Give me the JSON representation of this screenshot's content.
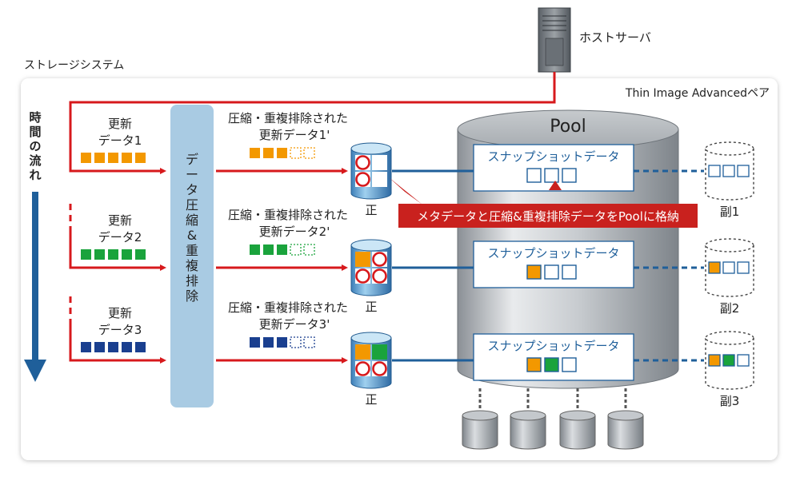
{
  "host_label": "ホストサーバ",
  "system_label": "ストレージシステム",
  "pair_label": "Thin Image Advancedペア",
  "time_label": "時間の流れ",
  "compress_label": "データ圧縮&重複排除",
  "pool_label": "Pool",
  "callout_label": "メタデータと圧縮&重複排除データをPoolに格納",
  "rows": [
    {
      "update_line1": "更新",
      "update_line2": "データ1",
      "compressed_line1": "圧縮・重複排除された",
      "compressed_line2": "更新データ1'",
      "primary_label": "正",
      "snapshot_label": "スナップショットデータ",
      "secondary_label": "副1",
      "color": "#f39800"
    },
    {
      "update_line1": "更新",
      "update_line2": "データ2",
      "compressed_line1": "圧縮・重複排除された",
      "compressed_line2": "更新データ2'",
      "primary_label": "正",
      "snapshot_label": "スナップショットデータ",
      "secondary_label": "副2",
      "color": "#1aa33c"
    },
    {
      "update_line1": "更新",
      "update_line2": "データ3",
      "compressed_line1": "圧縮・重複排除された",
      "compressed_line2": "更新データ3'",
      "primary_label": "正",
      "snapshot_label": "スナップショットデータ",
      "secondary_label": "副3",
      "color": "#1a3f8f"
    }
  ],
  "colors": {
    "flow_red": "#d7191c",
    "link_blue": "#1f5f9a",
    "pool_gray": "#9aa0a6",
    "compress_bar": "#a9cbe3"
  },
  "icons": [
    "server-icon",
    "down-arrow-icon",
    "primary-volume-icon",
    "secondary-volume-icon",
    "pool-cylinder-icon",
    "drive-icon"
  ]
}
